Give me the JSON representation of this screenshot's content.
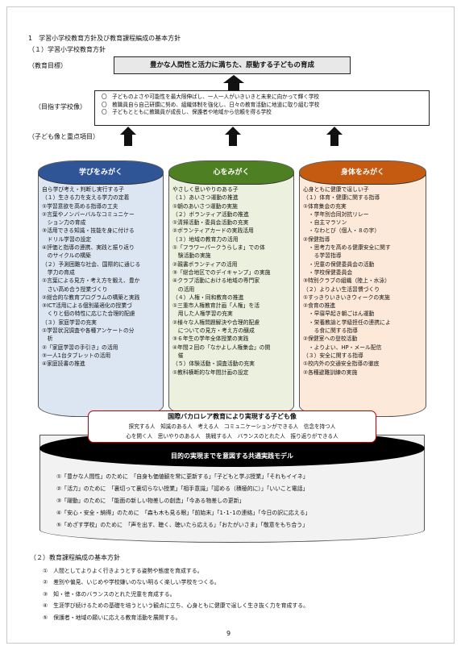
{
  "heading": "1　学習小学校教育方針及び教育課程編成の基本方針",
  "sub1": "（１）学習小学校教育方針",
  "goal_label": "（教育目標）",
  "goal_text": "豊かな人間性と活力に満ちた、原動する子どもの育成",
  "school_label": "（目指す学校像）",
  "school_items": [
    "〇　子どものよさや可能性を最大限伸ばし、一人一人がいきいきと未来に向かって輝く学校",
    "〇　教職員自ら自己研鑽に努め、組織体制を強化し、日々の教育活動に地道に取り組む学校",
    "〇　子どもとともに教職員が成長し、保護者や地域から信頼を得る学校"
  ],
  "child_label": "（子ども像と重点項目）",
  "columns": [
    {
      "title": "学びをみがく",
      "color": "#2f5597",
      "items": [
        "自ら学び考え・判断し実行する子",
        "（１）生きる力を支える学力の定着",
        "①学習意欲を高める指導の工夫",
        "②言葉やノンバーバルなコミュニケー",
        "　ション力の育成",
        "③活用できる知識・技能を身に付ける",
        "　ドリル学習の設定",
        "④評価と指導の連携、実践と振り返り",
        "　のサイクルの構築",
        "（２）予測困難な社会、国際的に通じる",
        "　学力の育成",
        "①言葉による見方・考え方を鍛え、豊か",
        "　さい高め合う授業づくり",
        "②総合的な教育プログラムの構築と実践",
        "③ICT活用による個別最適化の授業づ",
        "　くりと個の特性に応じた合理的配慮",
        "（３）家庭学習の充実",
        "①学習状況調査や各種アンケートの分",
        "　析",
        "②「家庭学習の手引き」の活用",
        "③一人1台タブレットの活用",
        "④家庭読書の推進"
      ]
    },
    {
      "title": "心をみがく",
      "color": "#4f7f23",
      "items": [
        "やさしく思いやりのある子",
        "（１）あいさつ運動の推進",
        "①朝のあいさつ運動の実施",
        "（２）ボランティア活動の推進",
        "①清掃活動・委員会活動の充実",
        "②ボランティアカードの実践活用",
        "（３）地域の教育力の活用",
        "①「フラワーパークうらしま」での体",
        "　験活動の実施",
        "②親書ボランティアの活用",
        "③「総合地区でのデイキャンプ」の実施",
        "④クラブ活動における地域の専門家",
        "　の活用",
        "（４）人権・同和教育の推進",
        "①三重市人権教育計画「人権」を活",
        "　用した人権学習の充実",
        "②様々な人権問題解決や合理的配慮",
        "　についての見方・考え方の醸成",
        "③６年生の学年全体授業の実践",
        "④年間２回の「なかよし人権集会」の開",
        "　催",
        "（５）体験活動・調査活動の充実",
        "①教科横断的な年間計画の設定"
      ]
    },
    {
      "title": "身体をみがく",
      "color": "#c55a11",
      "items": [
        "心身ともに健康で逞しい子",
        "（１）体育・健康に関する指導",
        "①体育集会の充実",
        "　・学年別合同対抗リレー",
        "　・自主マラソン",
        "　・なわとび（個人・８の字）",
        "②保健指導",
        "　・思考力を高める健康安全に関す",
        "　　る学習指導",
        "　・児童の保健委員会の活動",
        "　・学校保健委員会",
        "③特別クラブの組織（陸上・水泳）",
        "（２）よりよい生活習慣づくり",
        "①すっきりいきいきウィークの実施",
        "②食育の推進",
        "　・早寝早起き朝ごはん運動",
        "　・栄養教諭と学級担任の連携によ",
        "　　る食に関する指導",
        "②保健室への登校活動",
        "　・よりよい、HP・メール配信",
        "（３）安全に関する指導",
        "①校内外の交通安全指導の徹底",
        "②各種避難訓練の実施"
      ]
    }
  ],
  "ib": {
    "title": "国際バカロレア教育により実現する子ども像",
    "row1": "探究する人　知識のある人　考える人　コミュニケーションができる人　信念を持つ人",
    "row2": "心を開く人　思いやりのある人　挑戦する人　バランスのとれた人　振り返りができる人"
  },
  "model": {
    "title": "目的の実現までを意図する共通実践モデル",
    "items": [
      "①「豊かな人間性」のために　「自身も価値観を常に更新する」「子どもと学ぶ授業」「それもイイネ」",
      "②「活力」のために　「裏切って裏切らない授業」「相手意識」「認める（積極的に）」「いいこと電話」",
      "③「躍動」のために　「能面の新しい物差しの創造」「今ある物差しの更新」",
      "④「安心・安全・納得」のために　「森も木も見る眼」「前始末」「1･1･1の連絡」「今日の訳に応える」",
      "⑤「めざす学校」のために　「声を出す、聴く、聴いたら応える」「おたがいさま」「敬意をもち合う」"
    ]
  },
  "sub2": "（２）教育課程編成の基本方針",
  "policy": [
    "①　人間としてよりよく行きようとする姿勢や態度を育成する。",
    "②　差別や偏見、いじめや学校嫌いのない明るく楽しい学校をつくる。",
    "③　知・徳・体のバランスのとれた児童を育成する。",
    "④　生涯学び続けるための基礎を培うという観点に立ち、心身ともに健康で逞しく生き抜く力を育成する。",
    "⑤　保護者・地域の願いに応える教育活動を展開する。"
  ],
  "page_number": "9"
}
